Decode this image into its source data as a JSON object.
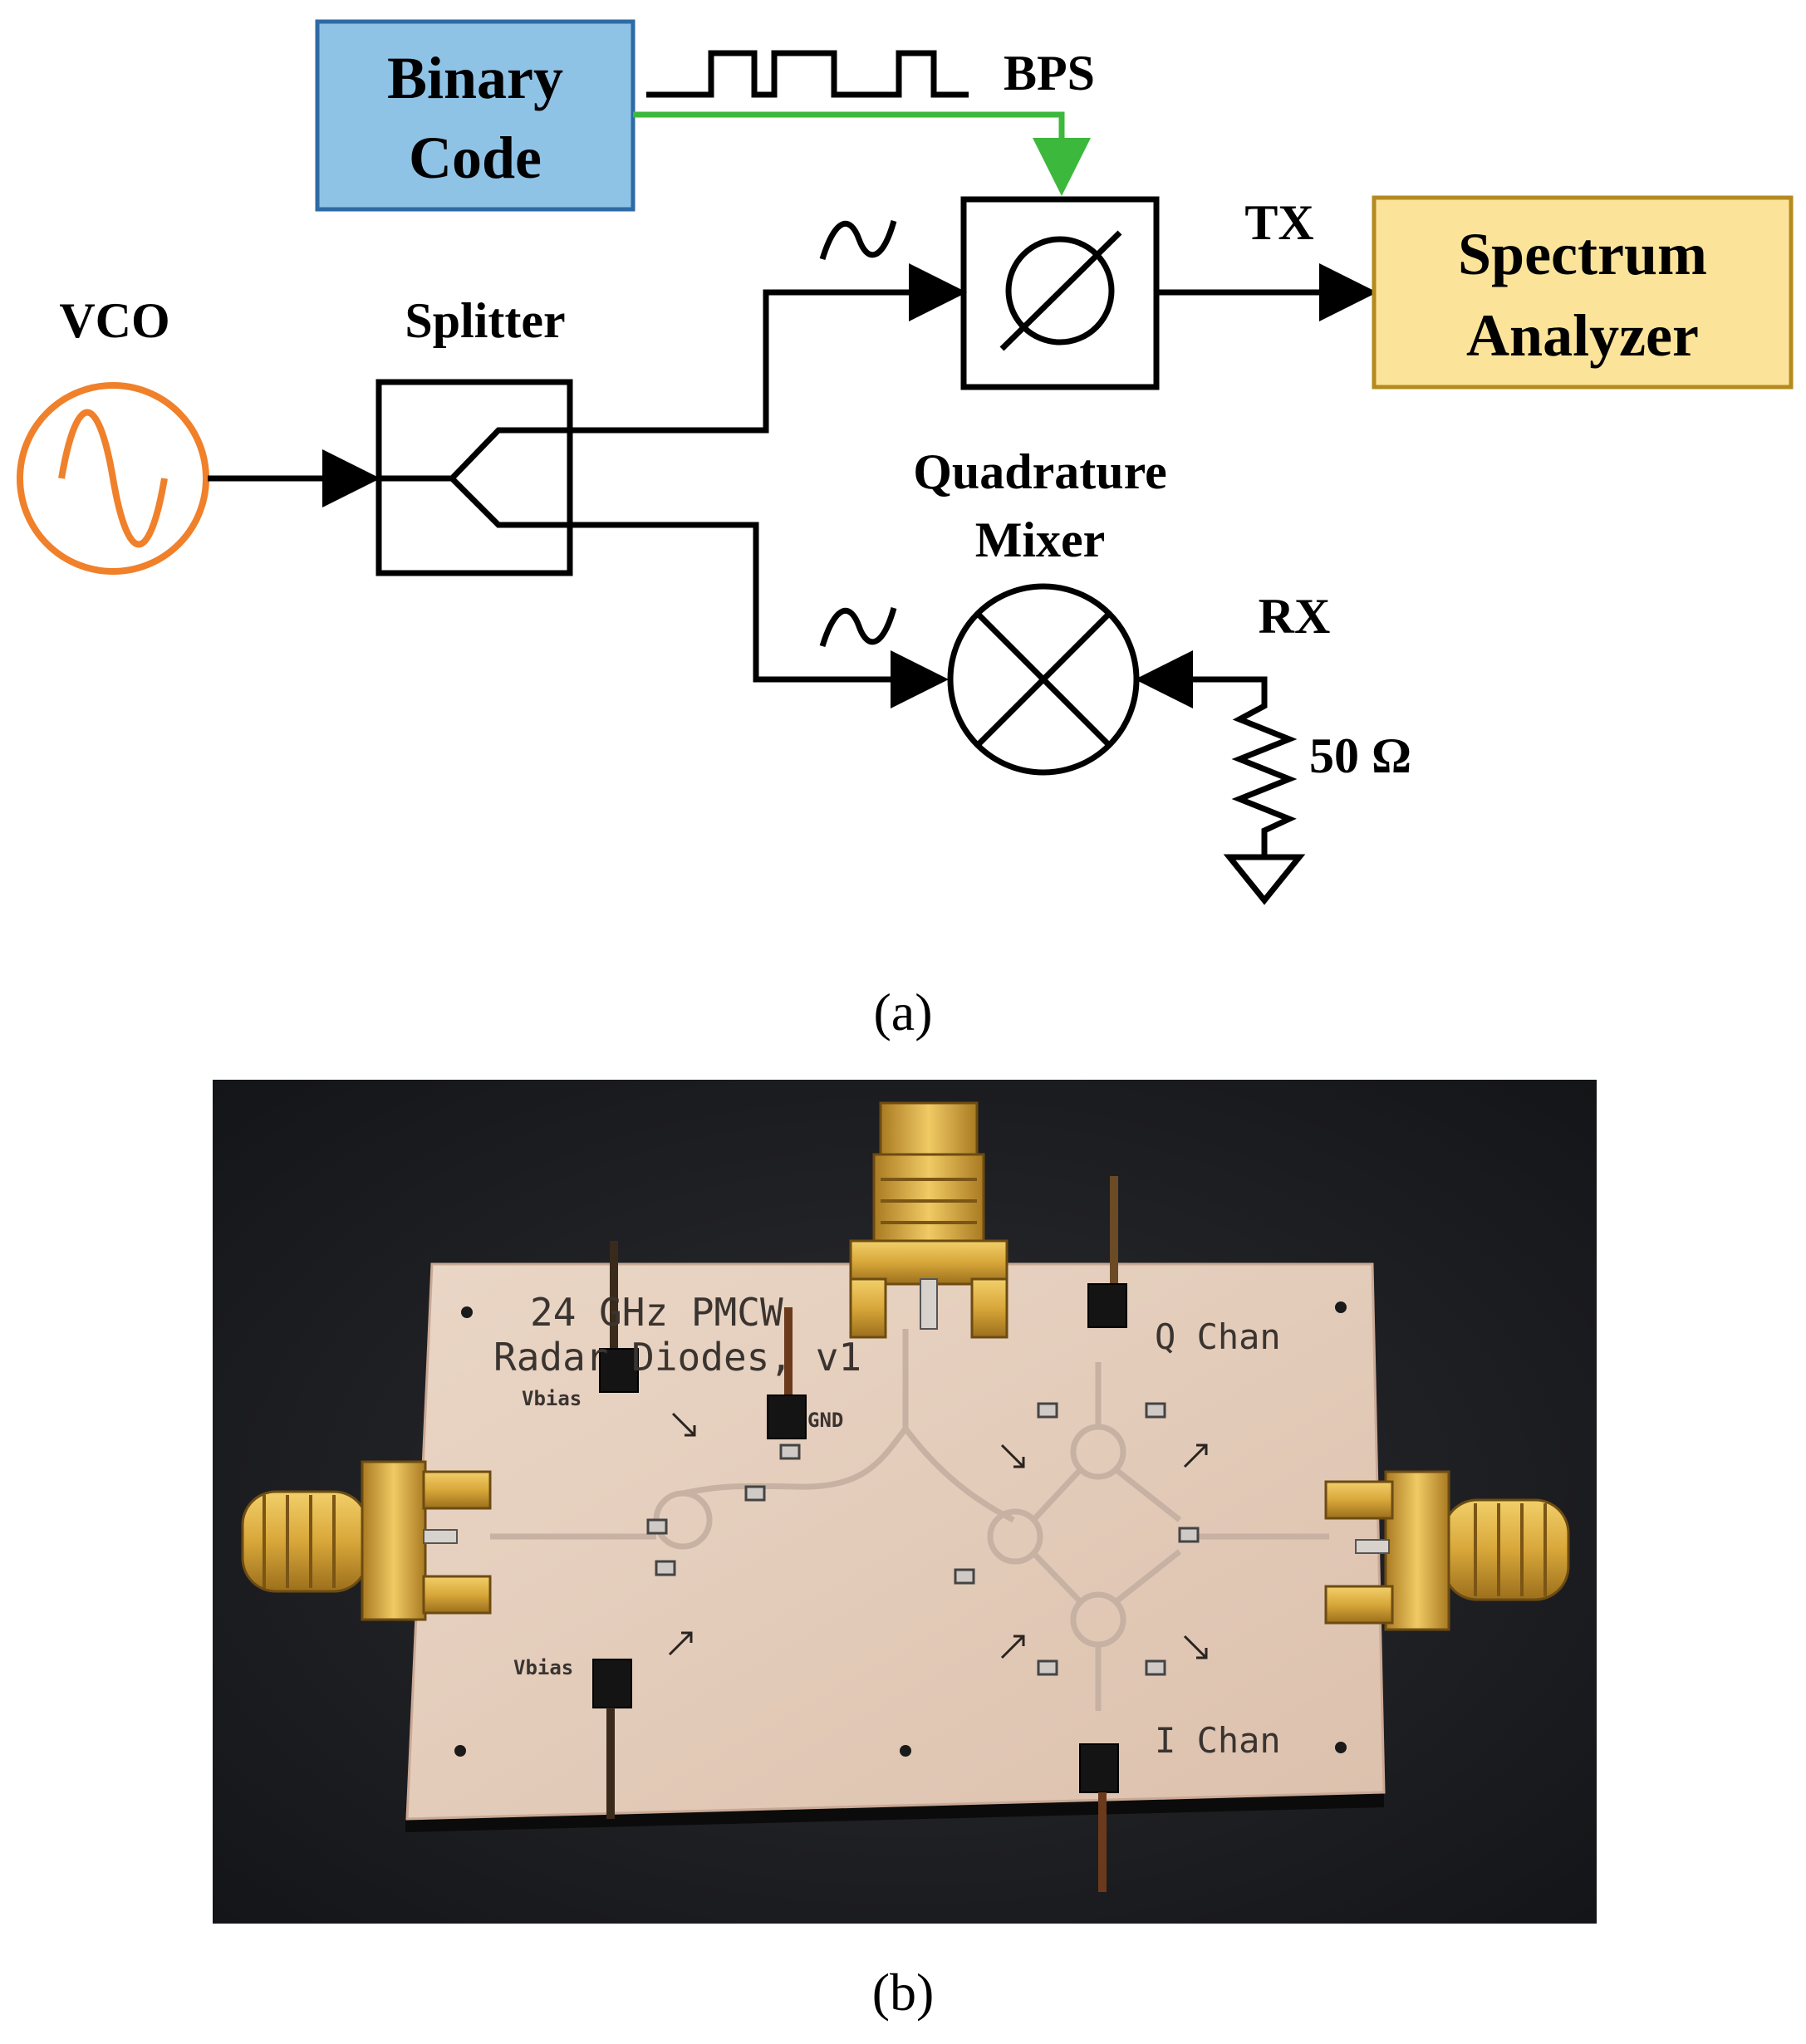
{
  "diagram": {
    "binary_code_lines": [
      "Binary",
      "Code"
    ],
    "bps_label": "BPS",
    "tx_label": "TX",
    "spectrum_analyzer_lines": [
      "Spectrum",
      "Analyzer"
    ],
    "vco_label": "VCO",
    "splitter_label": "Splitter",
    "quadrature_mixer_lines": [
      "Quadrature",
      "Mixer"
    ],
    "rx_label": "RX",
    "resistor_label": "50 Ω",
    "colors": {
      "binary_code_fill": "#8fc3e6",
      "binary_code_stroke": "#2e6aa3",
      "spectrum_analyzer_fill": "#fbe49a",
      "spectrum_analyzer_stroke": "#b48a1f",
      "vco_stroke": "#f0802a",
      "control_line": "#3cb83c"
    }
  },
  "captions": {
    "a": "(a)",
    "b": "(b)"
  },
  "photo": {
    "board_title": "24 GHz PMCW",
    "board_subtitle": "Radar Diodes, v1",
    "vbias_top": "Vbias",
    "vbias_bottom": "Vbias",
    "gnd": "GND",
    "q_chan": "Q Chan",
    "i_chan": "I Chan"
  }
}
